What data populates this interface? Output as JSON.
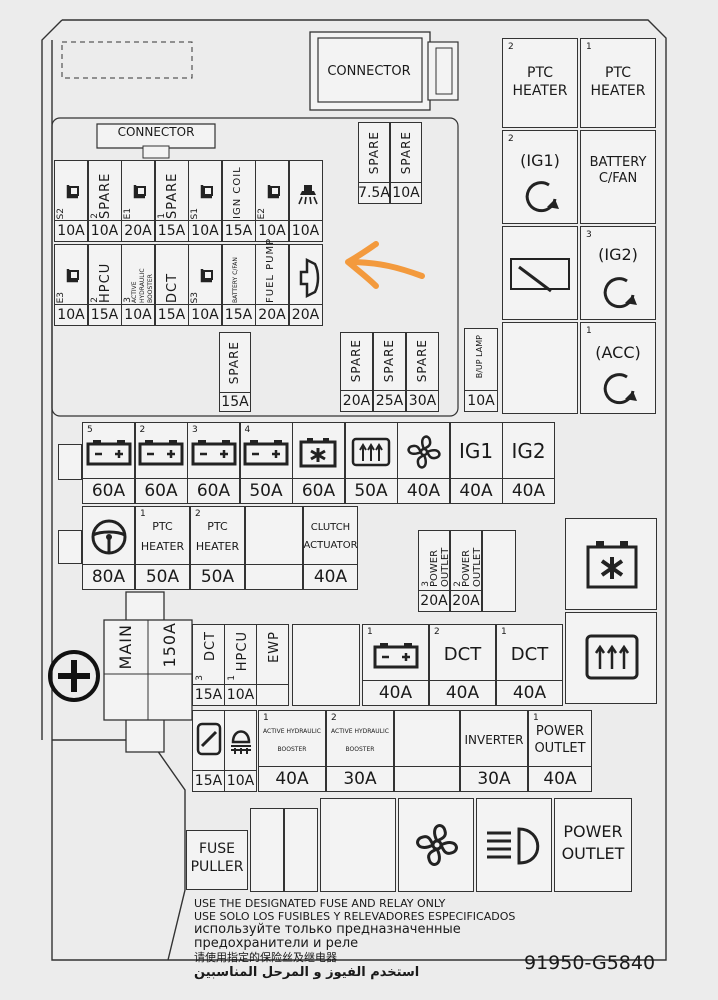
{
  "top": {
    "connector_a": "CONNECTOR",
    "connector_b": "CONNECTOR",
    "relay_ptc1": {
      "num": "2",
      "label": "PTC HEATER"
    },
    "relay_ptc2": {
      "num": "1",
      "label": "PTC HEATER"
    },
    "relay_ig1": {
      "num": "2",
      "label": "(IG1)"
    },
    "relay_battery": {
      "label": "BATTERY C/FAN"
    },
    "relay_ig2": {
      "num": "3",
      "label": "(IG2)"
    },
    "relay_acc": {
      "num": "1",
      "label": "(ACC)"
    }
  },
  "mini_spare_top": [
    {
      "label": "SPARE",
      "amp": "7.5A"
    },
    {
      "label": "SPARE",
      "amp": "10A"
    }
  ],
  "mini_row1": [
    {
      "num": "S2",
      "label": "",
      "icon": "seat-heater-icon",
      "amp": "10A"
    },
    {
      "num": "2",
      "label": "SPARE",
      "amp": "10A"
    },
    {
      "num": "E1",
      "label": "",
      "icon": "seat-heater-icon",
      "amp": "20A"
    },
    {
      "num": "1",
      "label": "SPARE",
      "amp": "15A"
    },
    {
      "num": "S1",
      "label": "",
      "icon": "seat-heater-icon",
      "amp": "10A"
    },
    {
      "num": "",
      "label": "IGN COIL",
      "amp": "15A"
    },
    {
      "num": "E2",
      "label": "",
      "icon": "seat-heater-icon",
      "amp": "10A"
    },
    {
      "num": "",
      "label": "",
      "icon": "washer-icon",
      "amp": "10A"
    }
  ],
  "mini_row2": [
    {
      "num": "E3",
      "label": "",
      "icon": "seat-heater-icon",
      "amp": "10A"
    },
    {
      "num": "2",
      "label": "HPCU",
      "amp": "15A"
    },
    {
      "num": "3",
      "label": "ACTIVE HYDRAULIC BOOSTER",
      "amp": "10A"
    },
    {
      "num": "",
      "label": "DCT",
      "amp": "15A"
    },
    {
      "num": "S3",
      "label": "",
      "icon": "seat-heater-icon",
      "amp": "10A"
    },
    {
      "num": "",
      "label": "BATTERY C/FAN",
      "amp": "15A"
    },
    {
      "num": "",
      "label": "FUEL PUMP",
      "amp": "20A"
    },
    {
      "num": "",
      "label": "",
      "icon": "horn-icon",
      "amp": "20A"
    }
  ],
  "mini_spare_mid": {
    "label": "SPARE",
    "amp": "15A"
  },
  "mini_spare_right": [
    {
      "label": "SPARE",
      "amp": "20A"
    },
    {
      "label": "SPARE",
      "amp": "25A"
    },
    {
      "label": "SPARE",
      "amp": "30A"
    }
  ],
  "backup_lamp": {
    "label": "B/UP LAMP",
    "amp": "10A"
  },
  "big_row1": [
    {
      "num": "5",
      "icon": "battery-icon",
      "amp": "60A"
    },
    {
      "num": "2",
      "icon": "battery-icon",
      "amp": "60A"
    },
    {
      "num": "3",
      "icon": "battery-icon",
      "amp": "60A"
    },
    {
      "num": "4",
      "icon": "battery-icon",
      "amp": "50A"
    },
    {
      "num": "",
      "icon": "cooling-fan-battery-icon",
      "amp": "60A"
    },
    {
      "num": "",
      "icon": "rear-defog-icon",
      "amp": "50A"
    },
    {
      "num": "",
      "icon": "blower-fan-icon",
      "amp": "40A"
    },
    {
      "num": "",
      "label": "IG1",
      "amp": "40A"
    },
    {
      "num": "",
      "label": "IG2",
      "amp": "40A"
    }
  ],
  "big_row2": [
    {
      "num": "",
      "icon": "steering-wheel-icon",
      "amp": "80A"
    },
    {
      "num": "1",
      "label": "PTC HEATER",
      "amp": "50A"
    },
    {
      "num": "2",
      "label": "PTC HEATER",
      "amp": "50A"
    },
    {
      "num": "",
      "label": "",
      "amp": ""
    },
    {
      "num": "",
      "label": "CLUTCH ACTUATOR",
      "amp": "40A"
    }
  ],
  "power_outlets_small": [
    {
      "num": "3",
      "label": "POWER OUTLET",
      "amp": "20A"
    },
    {
      "num": "2",
      "label": "POWER OUTLET",
      "amp": "20A"
    }
  ],
  "main_fuse": {
    "label": "MAIN",
    "amp": "150A"
  },
  "row3_small": [
    {
      "num": "3",
      "label": "DCT",
      "amp": "15A"
    },
    {
      "num": "1",
      "label": "HPCU",
      "amp": "10A"
    },
    {
      "num": "",
      "label": "EWP",
      "amp": ""
    }
  ],
  "row3_big": [
    {
      "num": "1",
      "icon": "battery-icon",
      "amp": "40A"
    },
    {
      "num": "2",
      "label": "DCT",
      "amp": "40A"
    },
    {
      "num": "1",
      "label": "DCT",
      "amp": "40A"
    }
  ],
  "row4_small": [
    {
      "icon": "wiper-icon",
      "amp": "15A"
    },
    {
      "icon": "headlamp-small-icon",
      "amp": "10A"
    }
  ],
  "row4_big": [
    {
      "num": "1",
      "label": "ACTIVE HYDRAULIC BOOSTER",
      "amp": "40A"
    },
    {
      "num": "2",
      "label": "ACTIVE HYDRAULIC BOOSTER",
      "amp": "30A"
    },
    {
      "num": "",
      "label": "",
      "amp": ""
    },
    {
      "num": "",
      "label": "INVERTER",
      "amp": "30A"
    },
    {
      "num": "1",
      "label": "POWER OUTLET",
      "amp": "40A"
    }
  ],
  "bottom": {
    "fuse_puller": "FUSE PULLER",
    "power_outlet": "POWER OUTLET"
  },
  "notice": [
    "USE THE DESIGNATED FUSE AND RELAY ONLY",
    "USE SOLO LOS FUSIBLES Y RELEVADORES ESPECIFICADOS",
    "используйте только предназначенные",
    "предохранители и реле",
    "请使用指定的保险丝及继电器",
    "استخدم الفيوز و المرحل المناسبين"
  ],
  "part_number": "91950-G5840",
  "colors": {
    "arrow": "#f39a3d",
    "line": "#333333",
    "bg": "#ececec"
  }
}
